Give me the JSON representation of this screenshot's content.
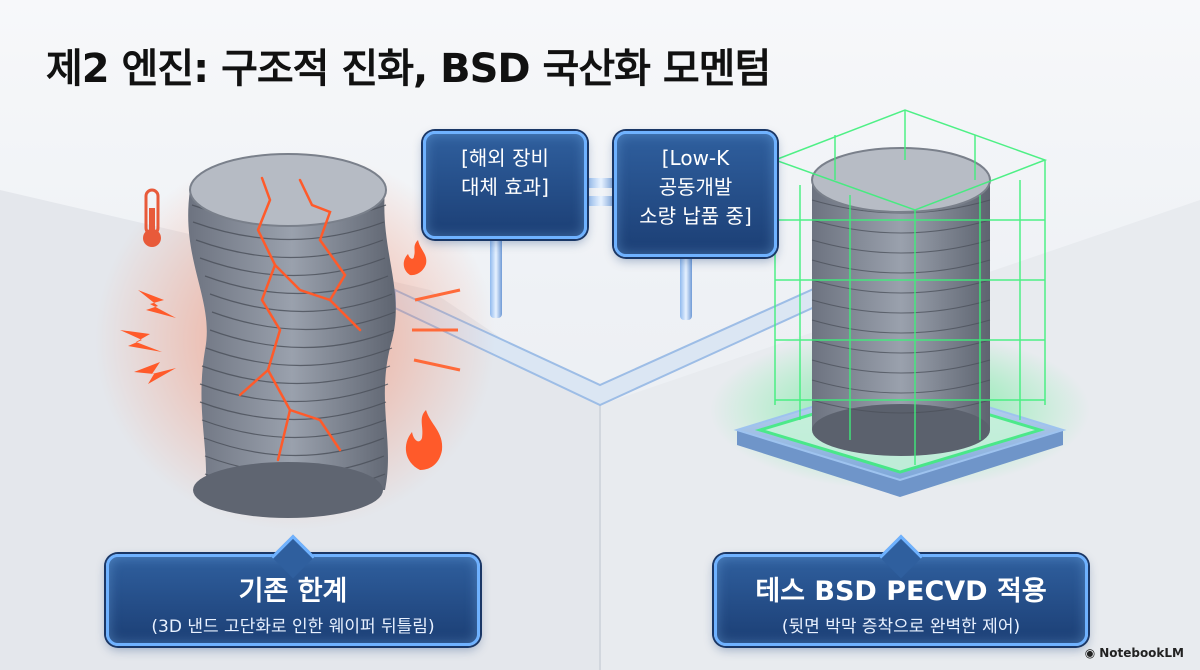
{
  "title": "제2 엔진: 구조적 진화, BSD 국산화 모멘텀",
  "callouts": {
    "overseas": {
      "line1": "[해외 장비",
      "line2": "대체 효과]"
    },
    "lowk": {
      "line1": "[Low-K",
      "line2": "공동개발",
      "line3": "소량 납품 중]"
    },
    "left": {
      "title": "기존 한계",
      "subtitle": "(3D 낸드 고단화로 인한 웨이퍼 뒤틀림)"
    },
    "right": {
      "title": "테스 BSD PECVD 적용",
      "subtitle": "(뒷면 박막 증착으로 완벽한 제어)"
    }
  },
  "brand": {
    "name": "NotebookLM"
  },
  "colors": {
    "accent": "#1c3f75",
    "glow_green": "#3df07a",
    "crack": "#ff5a2a"
  }
}
